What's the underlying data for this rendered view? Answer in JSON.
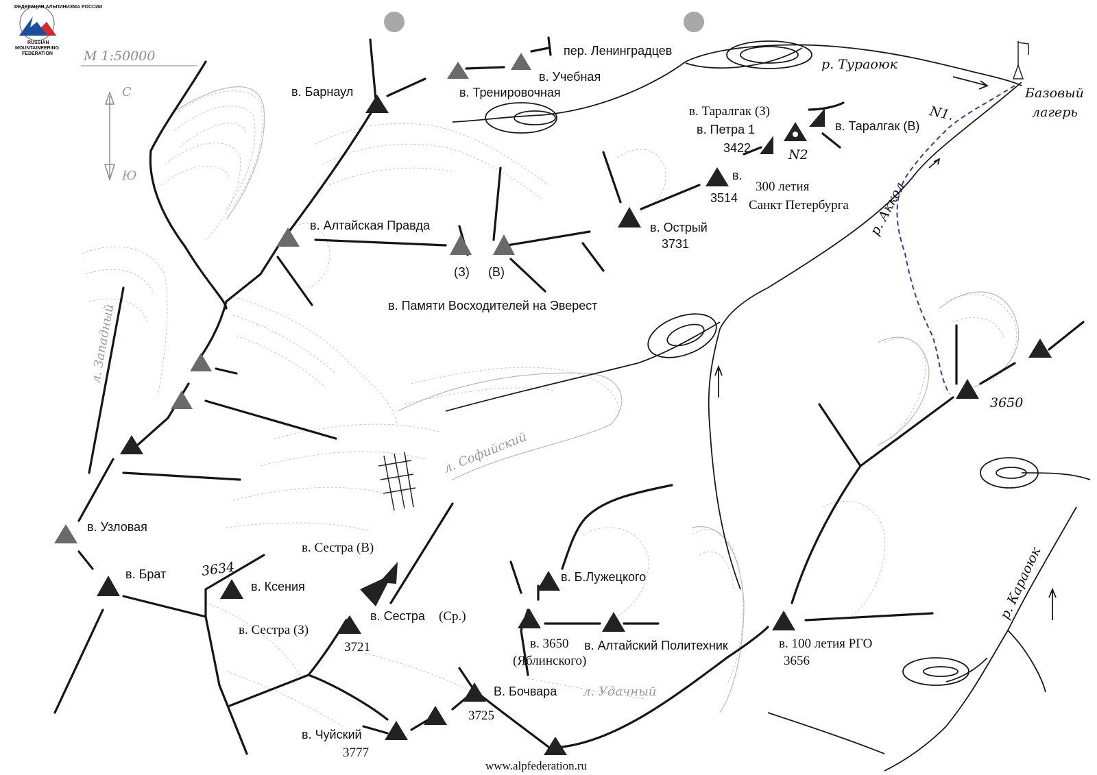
{
  "logo": {
    "ring_text": "ФЕДЕРАЦИЯ АЛЬПИНИЗМА РОССИИ",
    "line1": "RUSSIAN",
    "line2": "MOUNTAINEERING",
    "line3": "FEDERATION"
  },
  "scale": "М 1:50000",
  "compass": {
    "north": "С",
    "south": "Ю"
  },
  "website": "www.alpfederation.ru",
  "peaks": {
    "barnaul": "в. Барнаул",
    "trenirovochnaya": "в. Тренировочная",
    "uchebnaya": "в. Учебная",
    "pass_leningradtsev": "пер. Ленинградцев",
    "taralgak_z": "в. Таралгак (З)",
    "taralgak_v": "в. Таралгак (В)",
    "petra1": "в. Петра 1",
    "petra1_alt": "3422",
    "sp300_v": "в.",
    "sp300_line1": "300 летия",
    "sp300_line2": "Санкт Петербурга",
    "sp300_alt": "3514",
    "ostry": "в. Острый",
    "ostry_alt": "3731",
    "altaiskaya_pravda": "в. Алтайская Правда",
    "pamyati_z": "(З)",
    "pamyati_v": "(В)",
    "pamyati": "в. Памяти Восходителей на Эверест",
    "uzlovaya": "в. Узловая",
    "brat": "в. Брат",
    "ksenia": "в. Ксения",
    "ksenia_alt": "3634",
    "sestra_v": "в. Сестра (В)",
    "sestra_sr_a": "в. Сестра",
    "sestra_sr_b": "(Ср.)",
    "sestra_sr_alt": "3721",
    "sestra_z": "в. Сестра (З)",
    "luzhetskogo": "в. Б.Лужецкого",
    "yablinskogo_a": "в. 3650",
    "yablinskogo_b": "(Яблинского)",
    "politechnik": "в. Алтайский Политехник",
    "rgo": "в. 100 летия РГО",
    "rgo_alt": "3656",
    "bochvara": "В. Бочвара",
    "bochvara_alt": "3725",
    "chuisky": "в. Чуйский",
    "chuisky_alt": "3777",
    "east_alt": "3650"
  },
  "rivers": {
    "turaoyuk": "р. Тураоюк",
    "akkol": "р. Аккол",
    "karaoyuk": "р. Караоюк"
  },
  "glaciers": {
    "sofiysky": "л. Софийский",
    "udachny": "л. Удачный",
    "west": "л. Западный"
  },
  "camp": {
    "line1": "Базовый",
    "line2": "лагерь"
  },
  "routes": {
    "n1": "N1.",
    "n2": "N2"
  }
}
